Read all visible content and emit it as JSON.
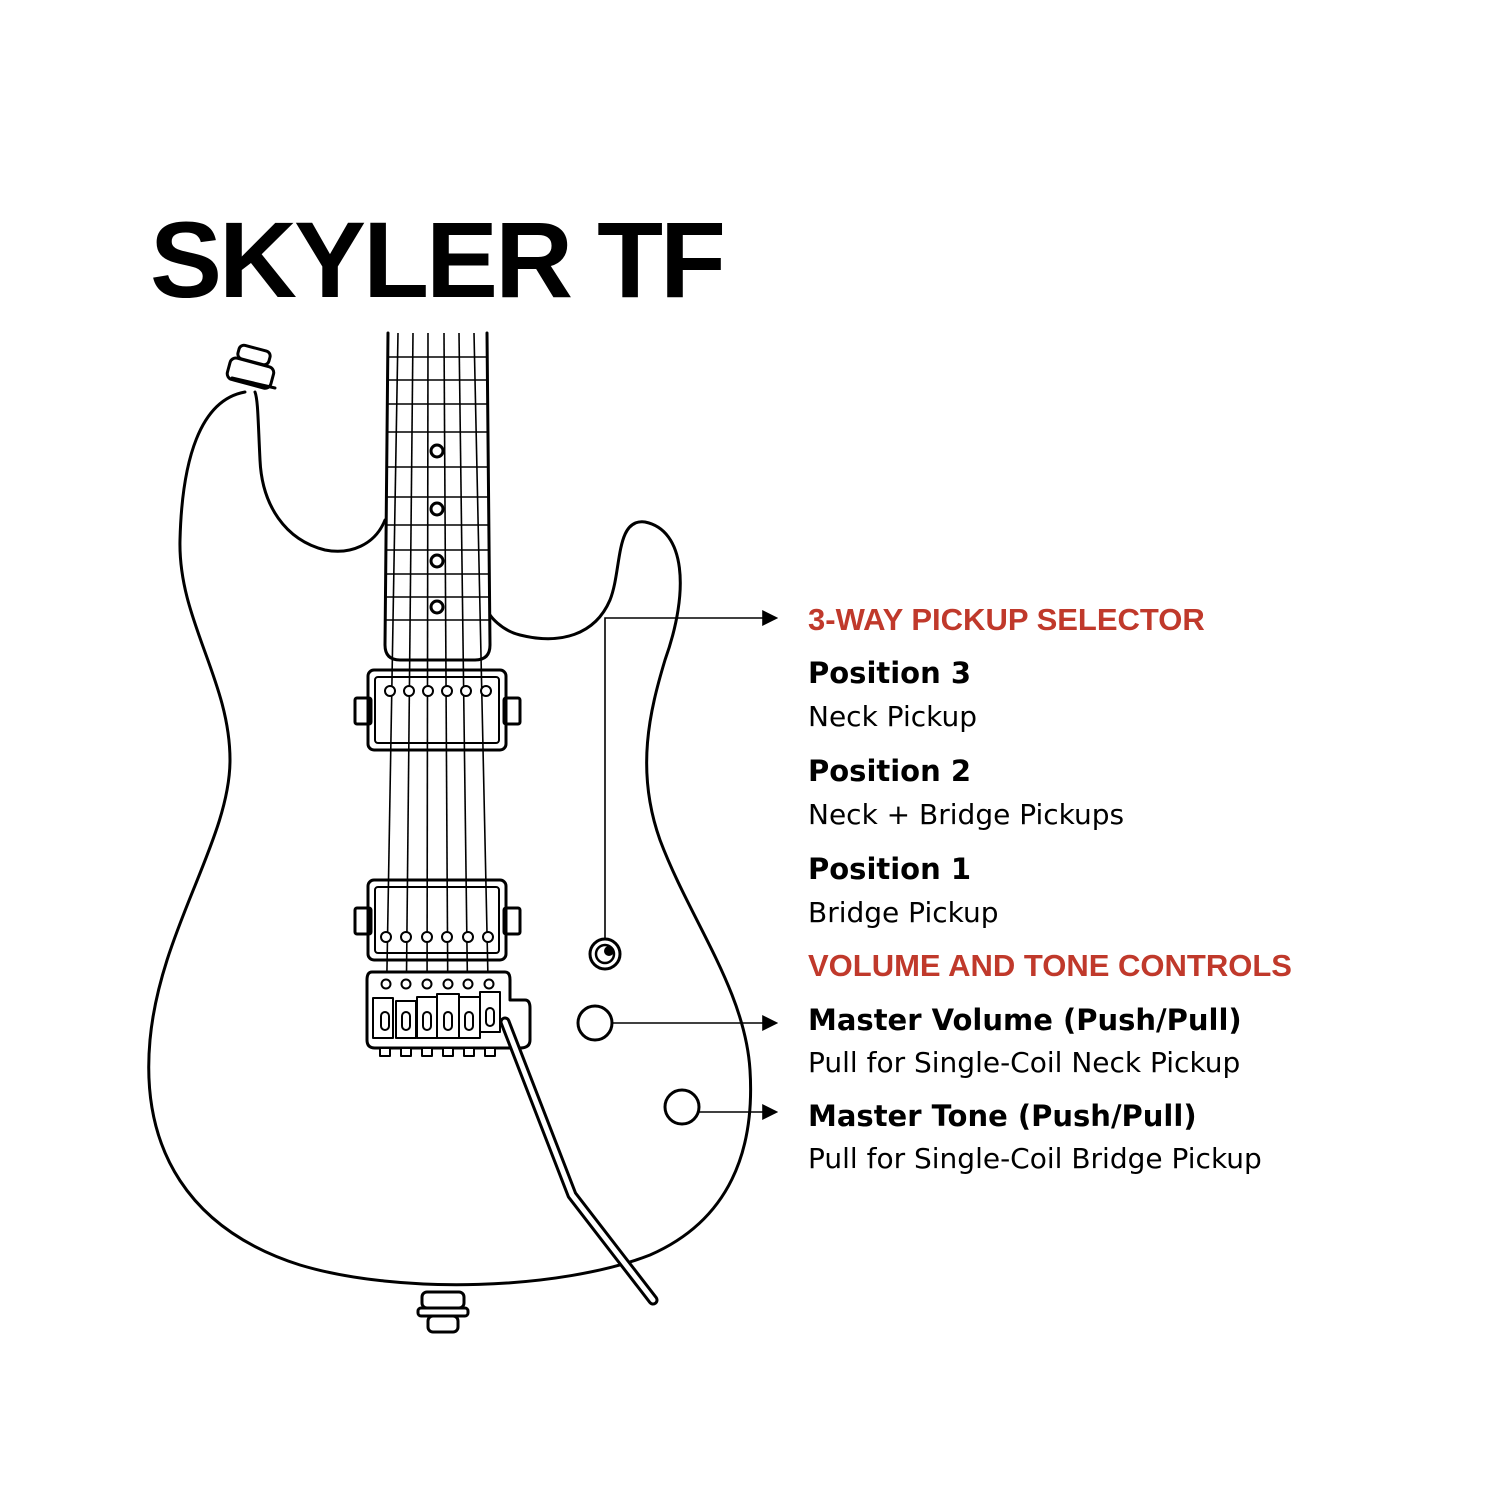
{
  "title": "SKYLER TF",
  "colors": {
    "heading": "#c0392b",
    "text": "#000000"
  },
  "pickup_selector": {
    "heading": "3-WAY PICKUP SELECTOR",
    "positions": [
      {
        "label": "Position 3",
        "description": "Neck Pickup"
      },
      {
        "label": "Position 2",
        "description": "Neck + Bridge Pickups"
      },
      {
        "label": "Position 1",
        "description": "Bridge Pickup"
      }
    ]
  },
  "controls": {
    "heading": "VOLUME AND TONE CONTROLS",
    "items": [
      {
        "label": "Master Volume (Push/Pull)",
        "description": "Pull for Single-Coil Neck Pickup"
      },
      {
        "label": "Master Tone (Push/Pull)",
        "description": "Pull for Single-Coil Bridge Pickup"
      }
    ]
  }
}
